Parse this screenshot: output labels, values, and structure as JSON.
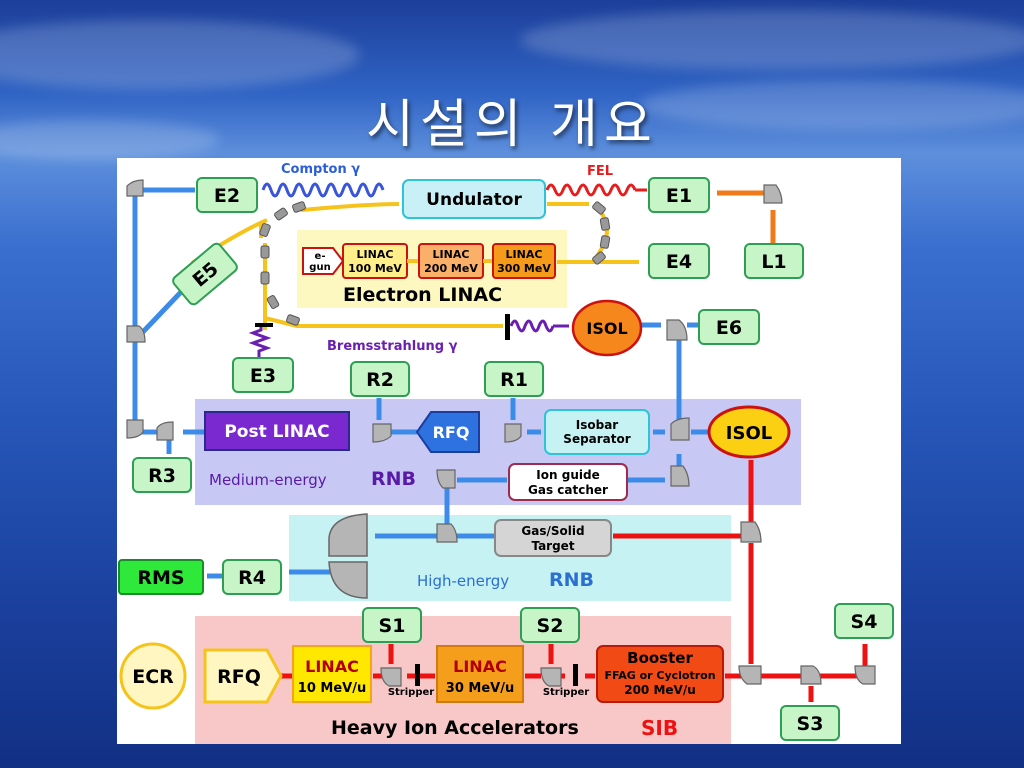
{
  "slide": {
    "title": "시설의 개요"
  },
  "regions": {
    "electron_linac": "Electron LINAC",
    "medium_energy": "Medium-energy",
    "medium_rnb": "RNB",
    "high_energy": "High-energy",
    "high_rnb": "RNB",
    "heavy_ion": "Heavy Ion Accelerators",
    "sib": "SIB"
  },
  "components": {
    "undulator": "Undulator",
    "egun_1": "e-",
    "egun_2": "gun",
    "linac100_1": "LINAC",
    "linac100_2": "100 MeV",
    "linac200_1": "LINAC",
    "linac200_2": "200 MeV",
    "linac300_1": "LINAC",
    "linac300_2": "300 MeV",
    "isol_upper": "ISOL",
    "isol_lower": "ISOL",
    "post_linac": "Post LINAC",
    "rfq_medium": "RFQ",
    "isobar_1": "Isobar",
    "isobar_2": "Separator",
    "ionguide_1": "Ion guide",
    "ionguide_2": "Gas catcher",
    "target_1": "Gas/Solid",
    "target_2": "Target",
    "ecr": "ECR",
    "rfq_heavy": "RFQ",
    "linac10_1": "LINAC",
    "linac10_2": "10 MeV/u",
    "linac30_1": "LINAC",
    "linac30_2": "30 MeV/u",
    "booster_1": "Booster",
    "booster_2": "FFAG or Cyclotron",
    "booster_3": "200 MeV/u",
    "stripper_1": "Stripper",
    "stripper_2": "Stripper"
  },
  "stations": {
    "e1": "E1",
    "e2": "E2",
    "e3": "E3",
    "e4": "E4",
    "e5": "E5",
    "e6": "E6",
    "l1": "L1",
    "r1": "R1",
    "r2": "R2",
    "r3": "R3",
    "r4": "R4",
    "rms": "RMS",
    "s1": "S1",
    "s2": "S2",
    "s3": "S3",
    "s4": "S4"
  },
  "beam_labels": {
    "compton": "Compton γ",
    "fel": "FEL",
    "brems": "Bremsstrahlung γ"
  },
  "colors": {
    "station_fill": "#c8f5c8",
    "station_border": "#2e9e55",
    "electron_beam": "#f5c31c",
    "rib_beam": "#3d8be8",
    "heavy_beam": "#ee1111",
    "medium_region": "#c8c8f4",
    "high_region": "#c6f2f4",
    "heavy_region": "#f8c8c8",
    "linac_region": "#fdf7c0"
  }
}
